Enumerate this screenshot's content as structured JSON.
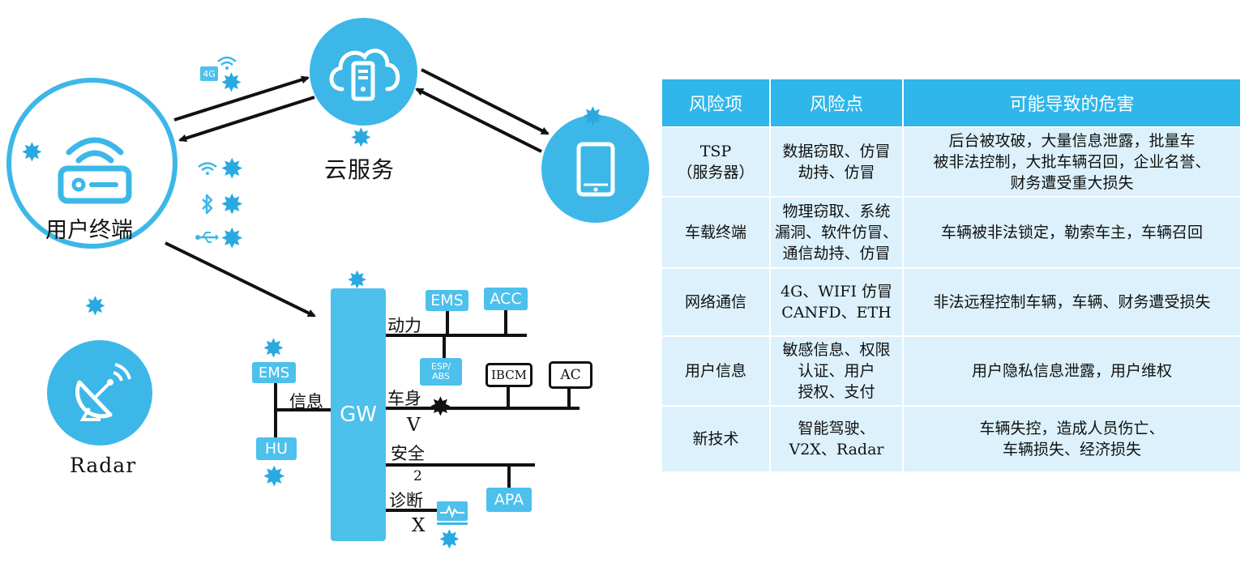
{
  "diagram": {
    "cloud_label": "云服务",
    "terminal_label": "用户终端",
    "radar_label": "Radar",
    "badge_4g": "4G",
    "gw_label": "GW",
    "bus": {
      "power": "动力",
      "body": "车身",
      "info": "信息",
      "safety": "安全",
      "diag": "诊断",
      "v_mark": "V",
      "two_mark": "2",
      "x_mark": "X"
    },
    "ecus": {
      "ems_top": "EMS",
      "acc": "ACC",
      "esp": "ESP/\nABS",
      "ibcm": "IBCM",
      "ac": "AC",
      "ems_left": "EMS",
      "hu": "HU",
      "apa": "APA"
    },
    "icons": [
      "cloud-server-icon",
      "router-icon",
      "tablet-icon",
      "radar-dish-icon",
      "wifi-icon",
      "bluetooth-icon",
      "usb-icon",
      "attack-star-icon",
      "sensor-icon"
    ],
    "colors": {
      "accent": "#3cb7e8",
      "table_header": "#2fb6ea",
      "table_row": "#dcf1fb",
      "star": "#2aa9e0"
    }
  },
  "table": {
    "headers": [
      "风险项",
      "风险点",
      "可能导致的危害"
    ],
    "rows": [
      {
        "item": "TSP\n（服务器）",
        "points": "数据窃取、仿冒\n劫持、仿冒",
        "harm": "后台被攻破，大量信息泄露，批量车\n被非法控制，大批车辆召回，企业名誉、\n财务遭受重大损失"
      },
      {
        "item": "车载终端",
        "points": "物理窃取、系统\n漏洞、软件仿冒、\n通信劫持、仿冒",
        "harm": "车辆被非法锁定，勒索车主，车辆召回"
      },
      {
        "item": "网络通信",
        "points": "4G、WIFI 仿冒\nCANFD、ETH",
        "harm": "非法远程控制车辆，车辆、财务遭受损失"
      },
      {
        "item": "用户信息",
        "points": "敏感信息、权限\n认证、用户\n授权、支付",
        "harm": "用户隐私信息泄露，用户维权"
      },
      {
        "item": "新技术",
        "points": "智能驾驶、\nV2X、Radar",
        "harm": "车辆失控，造成人员伤亡、\n车辆损失、经济损失"
      }
    ]
  }
}
